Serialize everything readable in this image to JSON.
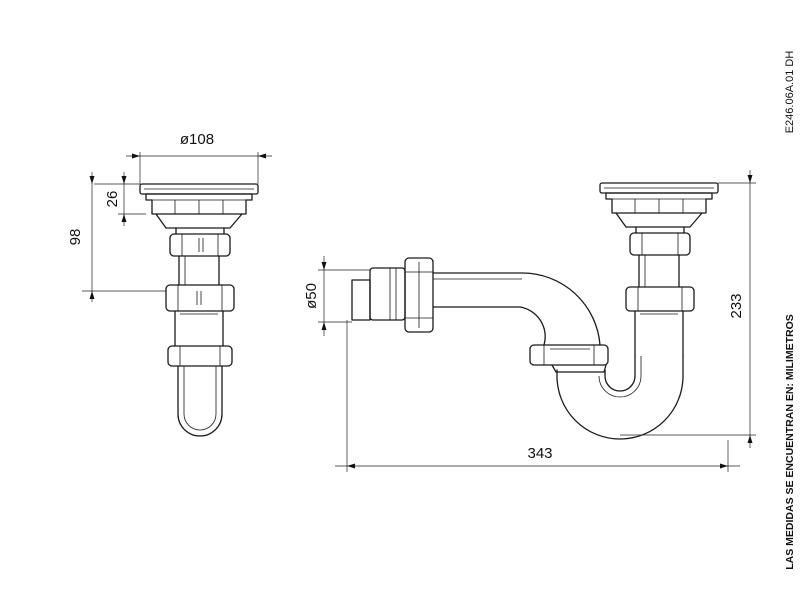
{
  "drawing": {
    "code": "E246.06A.01 DH",
    "note": "LAS MEDIDAS SE ENCUENTRAN EN: MILIMETROS",
    "dimensions": {
      "strainer_diameter": "ø108",
      "strainer_height": "26",
      "front_height": "98",
      "outlet_diameter": "ø50",
      "total_height": "233",
      "total_length": "343"
    }
  }
}
